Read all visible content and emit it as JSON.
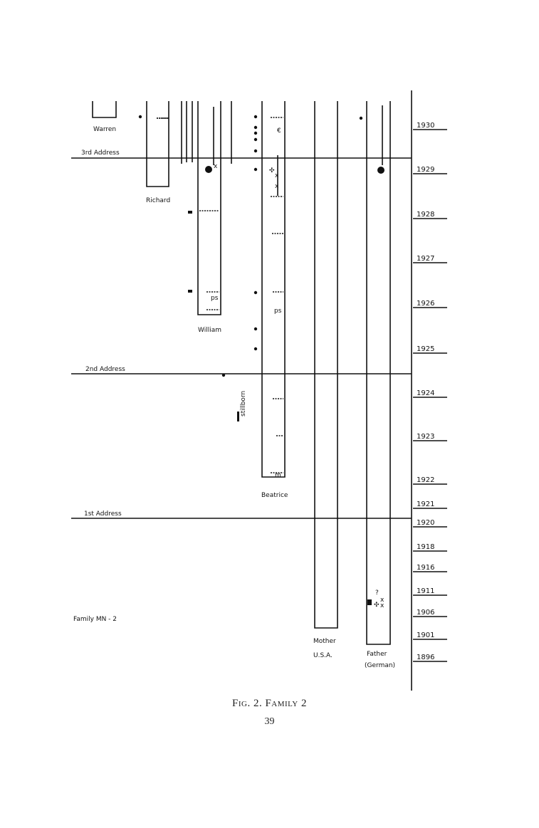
{
  "figure": {
    "caption": "Fig. 2. Family 2",
    "page_number": "39",
    "family_label": "Family MN - 2",
    "years": [
      "1930",
      "1929",
      "1928",
      "1927",
      "1926",
      "1925",
      "1924",
      "1923",
      "1922",
      "1921",
      "1920",
      "1918",
      "1916",
      "1911",
      "1906",
      "1901",
      "1896"
    ],
    "addresses": [
      "3rd Address",
      "2nd Address",
      "1st Address"
    ],
    "members": [
      {
        "name": "Warren"
      },
      {
        "name": "Richard"
      },
      {
        "name": "William"
      },
      {
        "name": "Beatrice"
      },
      {
        "name": "Mother",
        "note": "U.S.A."
      },
      {
        "name": "Father",
        "note": "(German)"
      }
    ],
    "stillborn_label": "stillborn",
    "marks": {
      "ps": "ps",
      "m": "m",
      "x": "x",
      "question": "?",
      "euro": "€"
    }
  }
}
